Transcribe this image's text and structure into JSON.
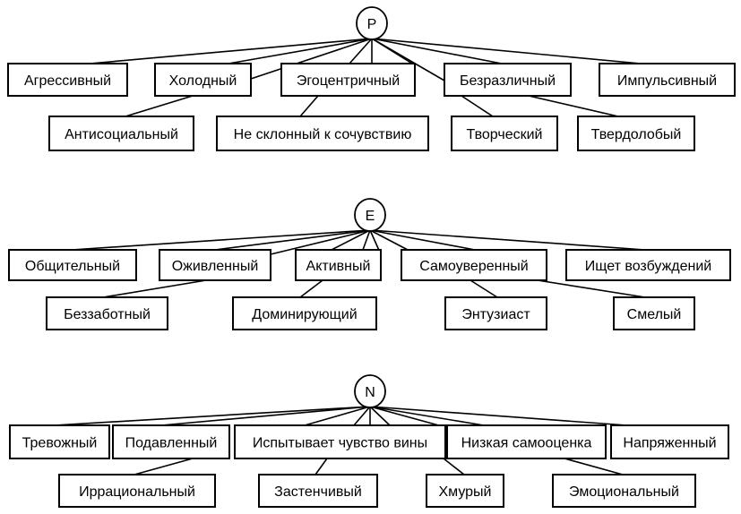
{
  "groups": [
    {
      "root": "P",
      "top": [
        "Агрессивный",
        "Холодный",
        "Эгоцентричный",
        "Безразличный",
        "Импульсивный"
      ],
      "bottom": [
        "Антисоциальный",
        "Не склонный к сочувствию",
        "Творческий",
        "Твердолобый"
      ]
    },
    {
      "root": "E",
      "top": [
        "Общительный",
        "Оживленный",
        "Активный",
        "Самоуверенный",
        "Ищет возбуждений"
      ],
      "bottom": [
        "Беззаботный",
        "Доминирующий",
        "Энтузиаст",
        "Смелый"
      ]
    },
    {
      "root": "N",
      "top": [
        "Тревожный",
        "Подавленный",
        "Испытывает чувство вины",
        "Низкая самооценка",
        "Напряженный"
      ],
      "bottom": [
        "Иррациональный",
        "Застенчивый",
        "Хмурый",
        "Эмоциональный"
      ]
    }
  ]
}
